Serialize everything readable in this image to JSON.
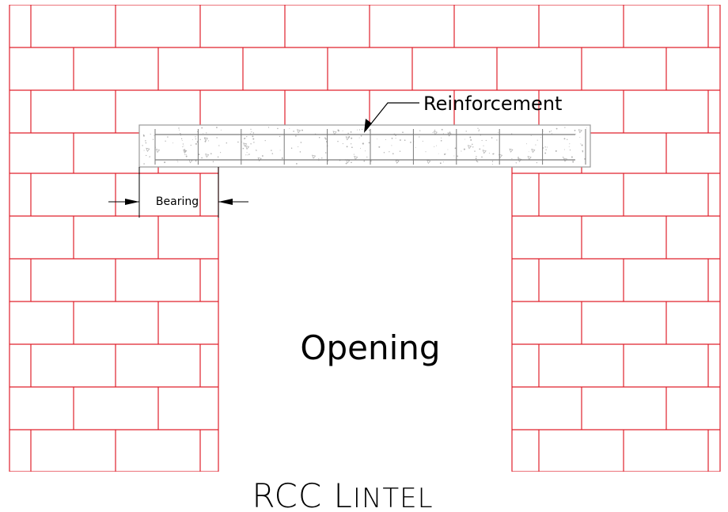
{
  "labels": {
    "reinforcement": "Reinforcement",
    "bearing": "Bearing",
    "opening": "Opening",
    "title_first": "RCC L",
    "title_rest": "INTEL"
  },
  "colors": {
    "brick": "#e0202c",
    "concrete": "#9a9a9a",
    "ink": "#000000"
  }
}
